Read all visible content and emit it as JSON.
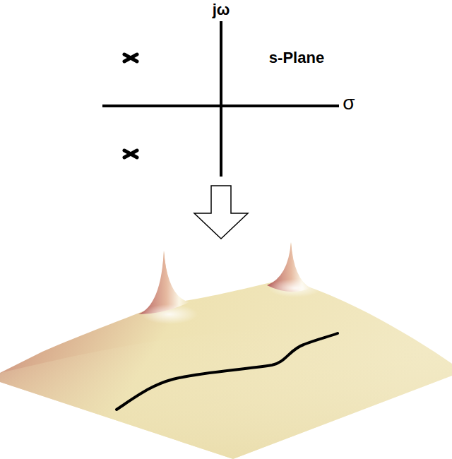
{
  "diagram": {
    "labels": [
      "jω",
      "s-Plane",
      "σ"
    ]
  }
}
